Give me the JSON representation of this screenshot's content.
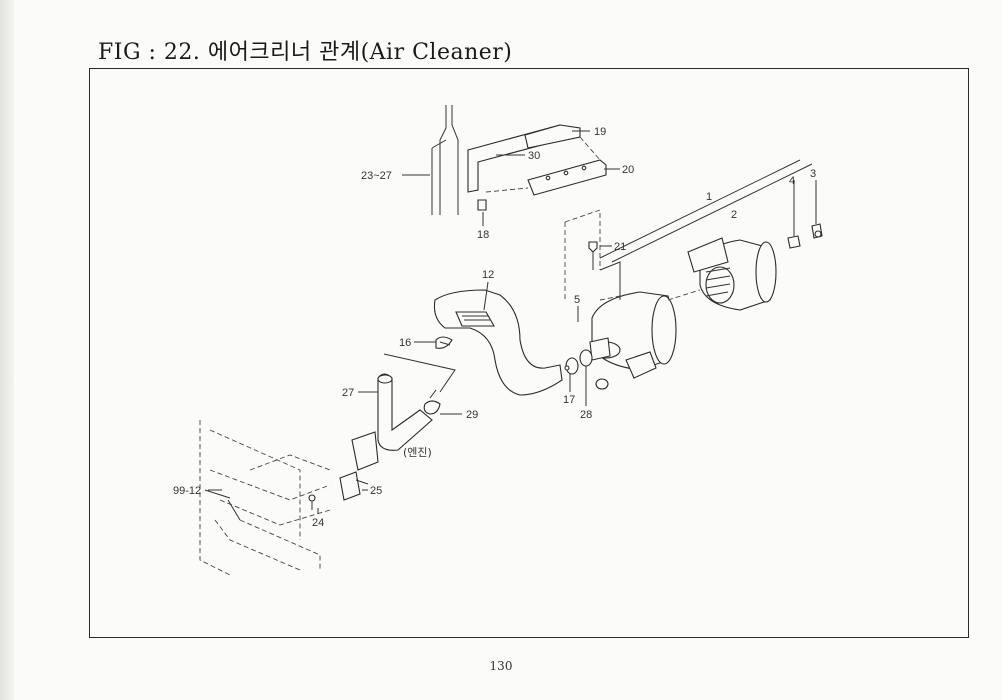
{
  "figure": {
    "title": "FIG : 22. 에어크리너 관계(Air Cleaner)",
    "page_number": "130"
  },
  "callouts": [
    {
      "id": "c19",
      "text": "19"
    },
    {
      "id": "c30",
      "text": "30"
    },
    {
      "id": "c20",
      "text": "20"
    },
    {
      "id": "c23_27",
      "text": "23~27"
    },
    {
      "id": "c18",
      "text": "18"
    },
    {
      "id": "c1",
      "text": "1"
    },
    {
      "id": "c2",
      "text": "2"
    },
    {
      "id": "c3",
      "text": "3"
    },
    {
      "id": "c4",
      "text": "4"
    },
    {
      "id": "c21",
      "text": "21"
    },
    {
      "id": "c12",
      "text": "12"
    },
    {
      "id": "c5",
      "text": "5"
    },
    {
      "id": "c16",
      "text": "16"
    },
    {
      "id": "c27",
      "text": "27"
    },
    {
      "id": "c29",
      "text": "29"
    },
    {
      "id": "c17",
      "text": "17"
    },
    {
      "id": "c28",
      "text": "28"
    },
    {
      "id": "c_engine",
      "text": "(엔진)"
    },
    {
      "id": "c99_12",
      "text": "99-12"
    },
    {
      "id": "c25",
      "text": "25"
    },
    {
      "id": "c24",
      "text": "24"
    }
  ]
}
